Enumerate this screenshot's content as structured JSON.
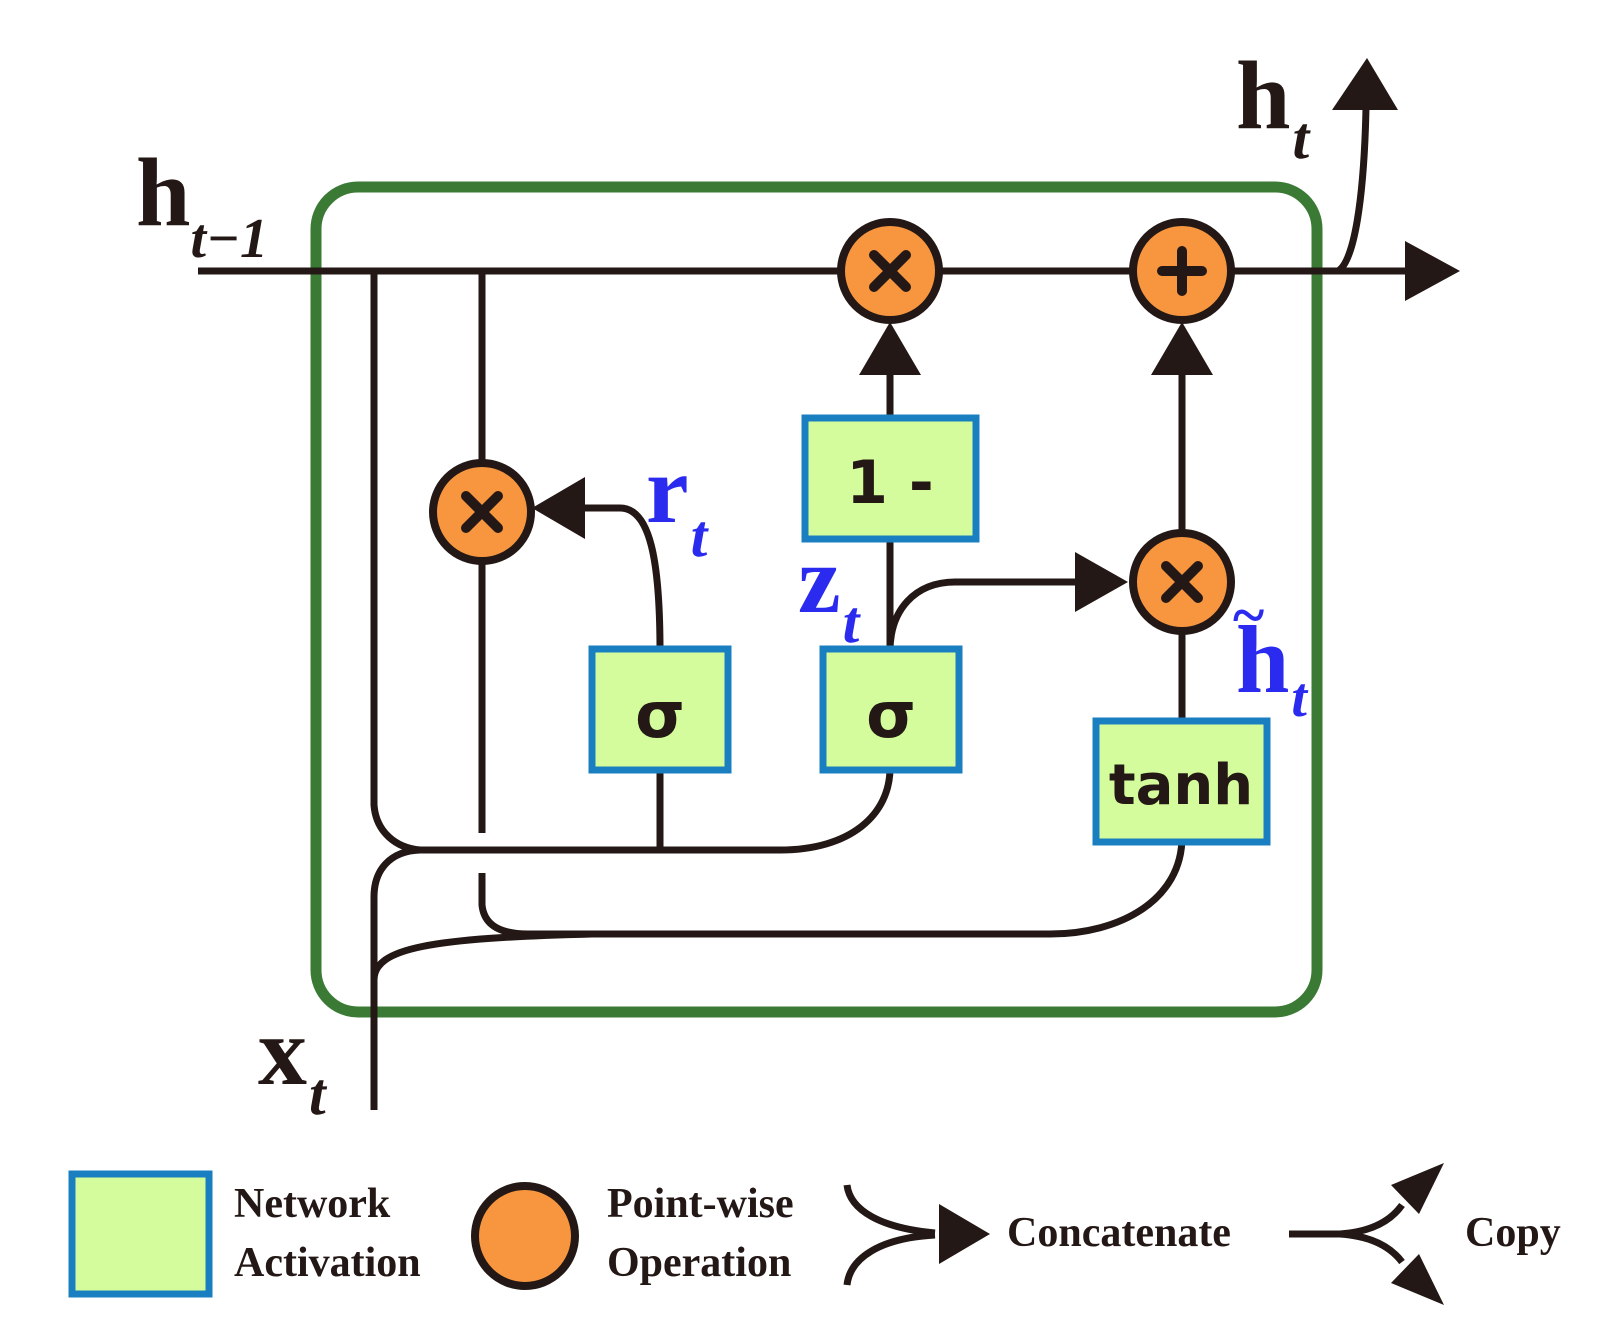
{
  "diagram": {
    "variables": {
      "h_prev": {
        "base": "h",
        "sub": "t−1"
      },
      "h_out": {
        "base": "h",
        "sub": "t"
      },
      "x_in": {
        "base": "x",
        "sub": "t"
      },
      "r_gate": {
        "base": "r",
        "sub": "t"
      },
      "z_gate": {
        "base": "z",
        "sub": "t"
      },
      "h_cand": {
        "base": "h",
        "tilde": "~",
        "sub": "t"
      }
    },
    "nodes": {
      "sigma_reset": "σ",
      "sigma_update": "σ",
      "one_minus": "1 -",
      "tanh": "tanh",
      "mult_top": "×",
      "mult_reset": "×",
      "mult_cand": "×",
      "add_top": "+"
    },
    "legend": {
      "network_activation": [
        "Network",
        "Activation"
      ],
      "pointwise_operation": [
        "Point-wise",
        "Operation"
      ],
      "concatenate": "Concatenate",
      "copy": "Copy"
    },
    "colors": {
      "cell_border": "#3b7a35",
      "activation_fill": "#d4fc9c",
      "activation_border": "#1a7fc0",
      "operation_fill": "#f7963f",
      "line": "#231815",
      "gate_label": "#2b2bf0"
    }
  }
}
